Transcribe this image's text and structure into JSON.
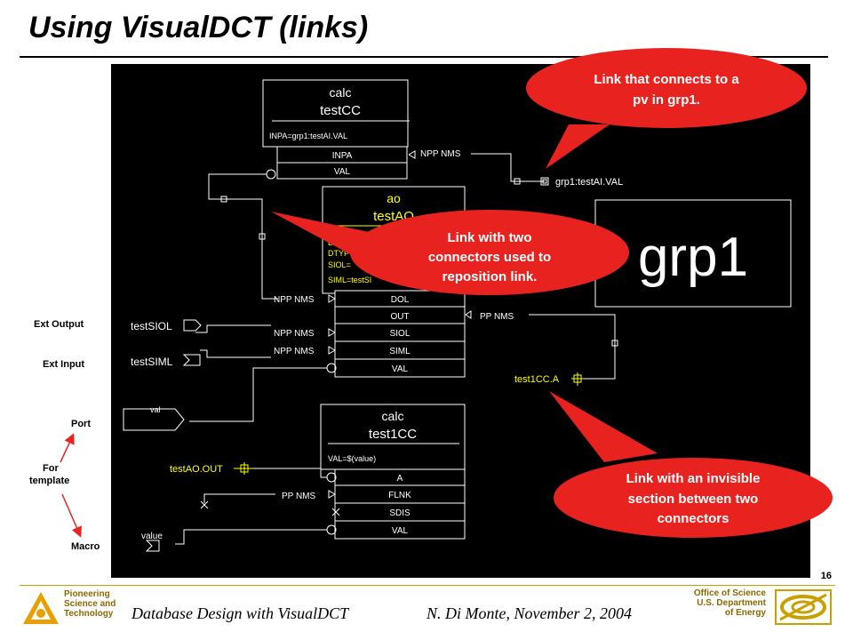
{
  "slide": {
    "title": "Using VisualDCT (links)",
    "page_number": "16"
  },
  "side_labels": {
    "ext_output": "Ext Output",
    "ext_input": "Ext Input",
    "port": "Port",
    "for_template_line1": "For",
    "for_template_line2": "template",
    "macro": "Macro"
  },
  "diagram": {
    "record1": {
      "type": "calc",
      "name": "testCC",
      "field": "INPA=grp1:testAI.VAL",
      "fields": [
        "INPA",
        "VAL"
      ]
    },
    "record2": {
      "type": "ao",
      "name": "testAO",
      "props": [
        "DESC=",
        "DTYP",
        "SIOL=",
        "SIML=testSI"
      ],
      "fields": [
        "DOL",
        "OUT",
        "SIOL",
        "SIML",
        "VAL"
      ]
    },
    "record3": {
      "type": "calc",
      "name": "test1CC",
      "field": "VAL=$(value)",
      "fields": [
        "A",
        "FLNK",
        "SDIS",
        "VAL"
      ]
    },
    "link_labels": {
      "inpa_link": "NPP NMS",
      "dol_link": "NPP NMS",
      "out_link": "PP NMS",
      "siol_link": "NPP NMS",
      "siml_link": "NPP NMS",
      "flnk_link": "PP NMS"
    },
    "targets": {
      "grp1_val": "grp1:testAI.VAL",
      "test1cc_a": "test1CC.A",
      "testao_out": "testAO.OUT"
    },
    "ports": {
      "ext_out": "testSIOL",
      "ext_in": "testSIML",
      "port": "val",
      "macro": "value"
    },
    "group": "grp1"
  },
  "callouts": {
    "c1": {
      "line1": "Link that connects to a",
      "line2": "pv in grp1."
    },
    "c2": {
      "line1": "Link with two",
      "line2": "connectors used to",
      "line3": "reposition link."
    },
    "c3": {
      "line1": "Link with an invisible",
      "line2": "section between two",
      "line3": "connectors"
    }
  },
  "footer": {
    "psat_line1": "Pioneering",
    "psat_line2": "Science and",
    "psat_line3": "Technology",
    "left_text": "Database Design with VisualDCT",
    "right_text": "N. Di Monte, November 2, 2004",
    "doe_line1": "Office of Science",
    "doe_line2": "U.S. Department",
    "doe_line3": "of Energy"
  },
  "colors": {
    "callout": "#e8231f",
    "canvas": "#000000",
    "record_field_text": "#ffffff",
    "highlight": "#ffff00",
    "footer_gold": "#c8a000"
  }
}
